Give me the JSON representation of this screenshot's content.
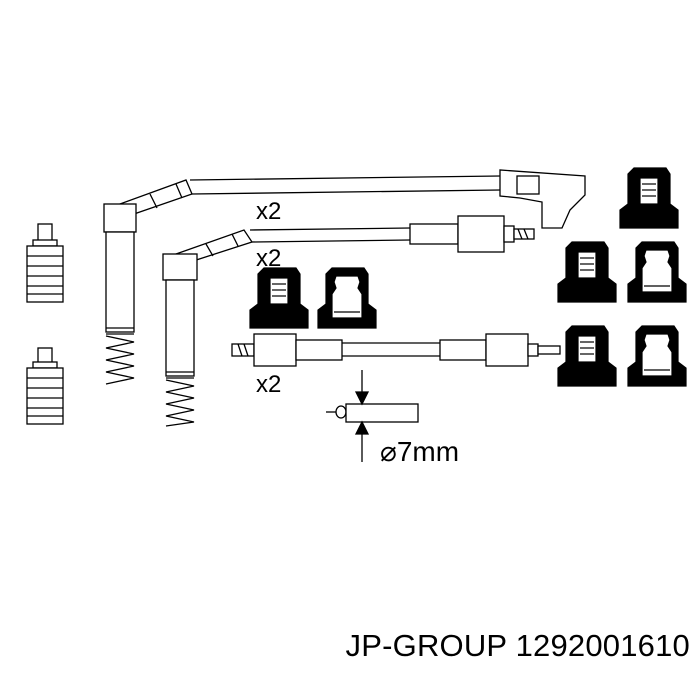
{
  "diagram": {
    "qty_wire_1": "x2",
    "qty_wire_2": "x2",
    "qty_wire_3": "x2",
    "diameter_label": "⌀7mm"
  },
  "footer": {
    "brand": "JP-GROUP",
    "part_number": "1292001610"
  },
  "colors": {
    "line": "#000000",
    "boot_fill": "#000000",
    "background": "#ffffff"
  }
}
